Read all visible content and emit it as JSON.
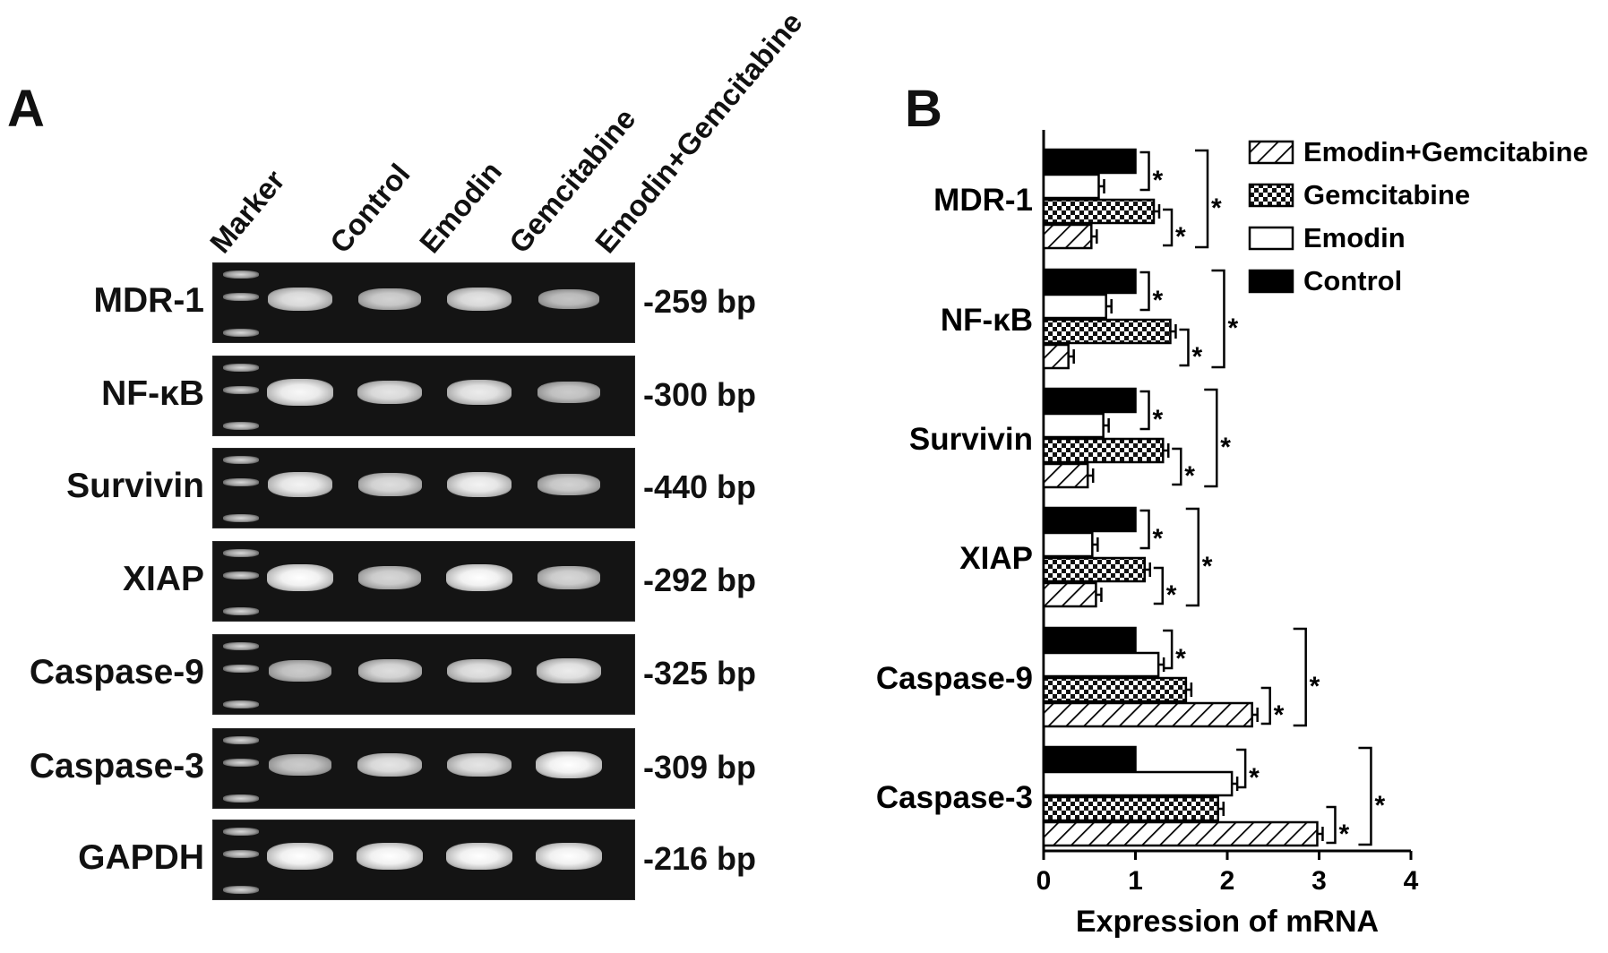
{
  "panel_a": {
    "letter": "A",
    "lane_headers": [
      "Marker",
      "Control",
      "Emodin",
      "Gemcitabine",
      "Emodin+Gemcitabine"
    ],
    "rows": [
      {
        "gene": "MDR-1",
        "bp": "-259 bp",
        "intensity": [
          0.8,
          0.65,
          0.8,
          0.55
        ]
      },
      {
        "gene": "NF-κB",
        "bp": "-300 bp",
        "intensity": [
          0.95,
          0.8,
          0.85,
          0.6
        ]
      },
      {
        "gene": "Survivin",
        "bp": "-440 bp",
        "intensity": [
          0.9,
          0.75,
          0.9,
          0.65
        ]
      },
      {
        "gene": "XIAP",
        "bp": "-292 bp",
        "intensity": [
          1.0,
          0.7,
          1.0,
          0.7
        ]
      },
      {
        "gene": "Caspase-9",
        "bp": "-325 bp",
        "intensity": [
          0.6,
          0.75,
          0.8,
          0.85
        ]
      },
      {
        "gene": "Caspase-3",
        "bp": "-309 bp",
        "intensity": [
          0.6,
          0.8,
          0.8,
          1.0
        ]
      },
      {
        "gene": "GAPDH",
        "bp": "-216 bp",
        "intensity": [
          1.0,
          1.0,
          1.0,
          1.0
        ]
      }
    ]
  },
  "panel_b": {
    "letter": "B",
    "significance_marker": "*"
  },
  "chart_data": {
    "type": "bar",
    "orientation": "horizontal",
    "categories": [
      "MDR-1",
      "NF-κB",
      "Survivin",
      "XIAP",
      "Caspase-9",
      "Caspase-3"
    ],
    "series": [
      {
        "name": "Control",
        "fill": "solid-black",
        "values": [
          1.0,
          1.0,
          1.0,
          1.0,
          1.0,
          1.0
        ]
      },
      {
        "name": "Emodin",
        "fill": "open-white",
        "values": [
          0.6,
          0.68,
          0.65,
          0.53,
          1.25,
          2.05
        ]
      },
      {
        "name": "Gemcitabine",
        "fill": "checkered",
        "values": [
          1.2,
          1.38,
          1.3,
          1.1,
          1.55,
          1.9
        ]
      },
      {
        "name": "Emodin+Gemcitabine",
        "fill": "diagonal-hatch",
        "values": [
          0.52,
          0.27,
          0.48,
          0.57,
          2.27,
          2.98
        ]
      }
    ],
    "legend_order": [
      "Emodin+Gemcitabine",
      "Gemcitabine",
      "Emodin",
      "Control"
    ],
    "legend_position": "top-right",
    "xlabel": "Expression of mRNA",
    "xlim": [
      0,
      4
    ],
    "xticks": [
      "0",
      "1",
      "2",
      "3",
      "4"
    ],
    "grid": false,
    "error_bars": true,
    "colors": {
      "bar_fill": "#000000",
      "background": "#ffffff"
    }
  }
}
